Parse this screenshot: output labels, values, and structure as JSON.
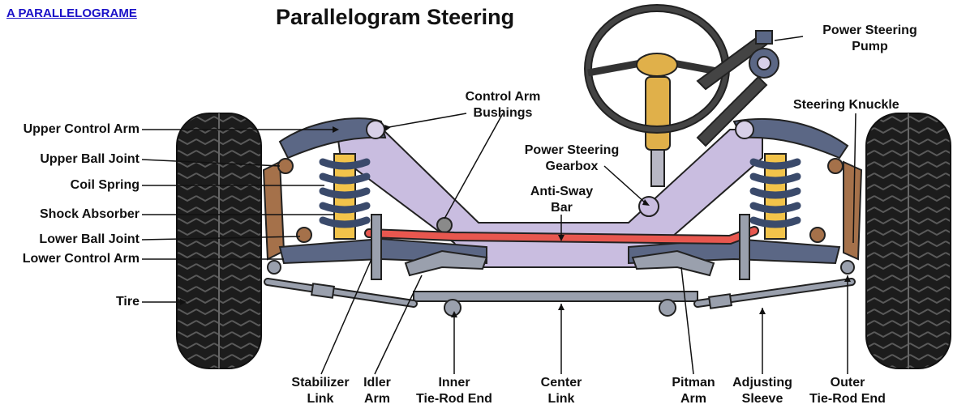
{
  "header": {
    "link_text": "A PARALLELOGRAME",
    "title": "Parallelogram Steering"
  },
  "labels": {
    "upper_control_arm": "Upper Control Arm",
    "upper_ball_joint": "Upper Ball Joint",
    "coil_spring": "Coil Spring",
    "shock_absorber": "Shock Absorber",
    "lower_ball_joint": "Lower Ball Joint",
    "lower_control_arm": "Lower Control Arm",
    "tire": "Tire",
    "control_arm_bushings": [
      "Control Arm",
      "Bushings"
    ],
    "power_steering_gearbox": [
      "Power Steering",
      "Gearbox"
    ],
    "anti_sway_bar": [
      "Anti-Sway",
      "Bar"
    ],
    "power_steering_pump": [
      "Power Steering",
      "Pump"
    ],
    "steering_knuckle": "Steering Knuckle",
    "stabilizer_link": [
      "Stabilizer",
      "Link"
    ],
    "idler_arm": [
      "Idler",
      "Arm"
    ],
    "inner_tie_rod_end": [
      "Inner",
      "Tie-Rod End"
    ],
    "center_link": [
      "Center",
      "Link"
    ],
    "pitman_arm": [
      "Pitman",
      "Arm"
    ],
    "adjusting_sleeve": [
      "Adjusting",
      "Sleeve"
    ],
    "outer_tie_rod_end": [
      "Outer",
      "Tie-Rod End"
    ]
  },
  "colors": {
    "frame": "#c9bde0",
    "control_arm": "#5b6785",
    "spring": "#3a4a6b",
    "shock": "#f2c34a",
    "sway_bar": "#e8574f",
    "tie_rod": "#9aa0ad",
    "tire": "#1c1c1c",
    "knuckle": "#a5714a",
    "steering_column": "#e0b04a"
  }
}
